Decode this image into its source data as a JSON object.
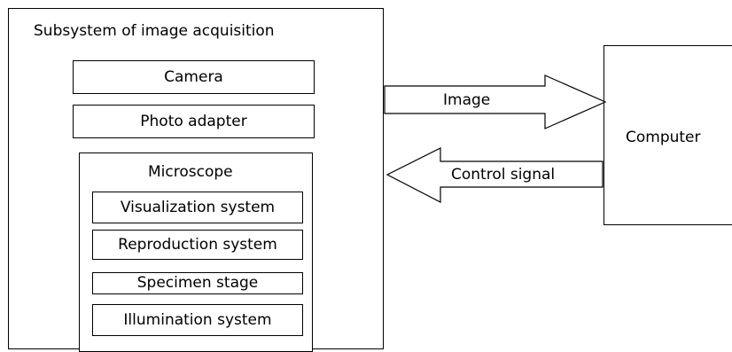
{
  "subsystem": {
    "title": "Subsystem of image acquisition",
    "camera": "Camera",
    "photo_adapter": "Photo adapter",
    "microscope": {
      "title": "Microscope",
      "components": [
        "Visualization system",
        "Reproduction system",
        "Specimen stage",
        "Illumination system"
      ]
    }
  },
  "computer": "Computer",
  "arrows": {
    "to_computer": "Image",
    "to_subsystem": "Control signal"
  }
}
